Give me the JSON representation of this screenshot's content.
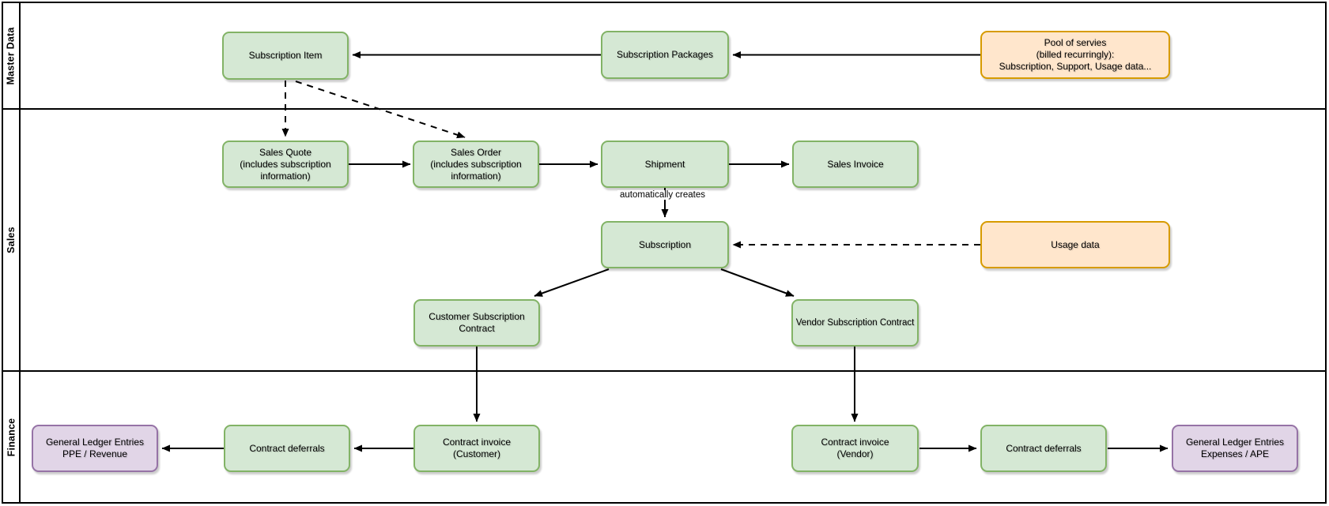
{
  "lanes": [
    {
      "label": "Master Data"
    },
    {
      "label": "Sales"
    },
    {
      "label": "Finance"
    }
  ],
  "nodes": {
    "subscription_item": {
      "label": "Subscription Item",
      "color": "green"
    },
    "subscription_packages": {
      "label": "Subscription Packages",
      "color": "green"
    },
    "pool_of_services": {
      "label": "Pool of servies\n(billed recurringly):\nSubscription, Support, Usage data...",
      "color": "orange"
    },
    "sales_quote": {
      "label": "Sales Quote\n(includes subscription\ninformation)",
      "color": "green"
    },
    "sales_order": {
      "label": "Sales Order\n(includes subscription\ninformation)",
      "color": "green"
    },
    "shipment": {
      "label": "Shipment",
      "color": "green"
    },
    "sales_invoice": {
      "label": "Sales Invoice",
      "color": "green"
    },
    "subscription": {
      "label": "Subscription",
      "color": "green"
    },
    "usage_data": {
      "label": "Usage data",
      "color": "orange"
    },
    "customer_subscription_contract": {
      "label": "Customer Subscription\nContract",
      "color": "green"
    },
    "vendor_subscription_contract": {
      "label": "Vendor Subscription Contract",
      "color": "green"
    },
    "contract_invoice_customer": {
      "label": "Contract invoice\n(Customer)",
      "color": "green"
    },
    "contract_deferrals_customer": {
      "label": "Contract deferrals",
      "color": "green"
    },
    "gl_ppe_revenue": {
      "label": "General Ledger Entries\nPPE / Revenue",
      "color": "purple"
    },
    "contract_invoice_vendor": {
      "label": "Contract invoice\n(Vendor)",
      "color": "green"
    },
    "contract_deferrals_vendor": {
      "label": "Contract deferrals",
      "color": "green"
    },
    "gl_expenses_ape": {
      "label": "General Ledger Entries\nExpenses / APE",
      "color": "purple"
    }
  },
  "edge_labels": {
    "shipment_to_subscription": "automatically creates"
  },
  "colors": {
    "green_fill": "#d5e8d4",
    "green_stroke": "#82b366",
    "orange_fill": "#ffe6cc",
    "orange_stroke": "#d79b00",
    "purple_fill": "#e1d5e7",
    "purple_stroke": "#9673a6",
    "connector": "#000000"
  }
}
